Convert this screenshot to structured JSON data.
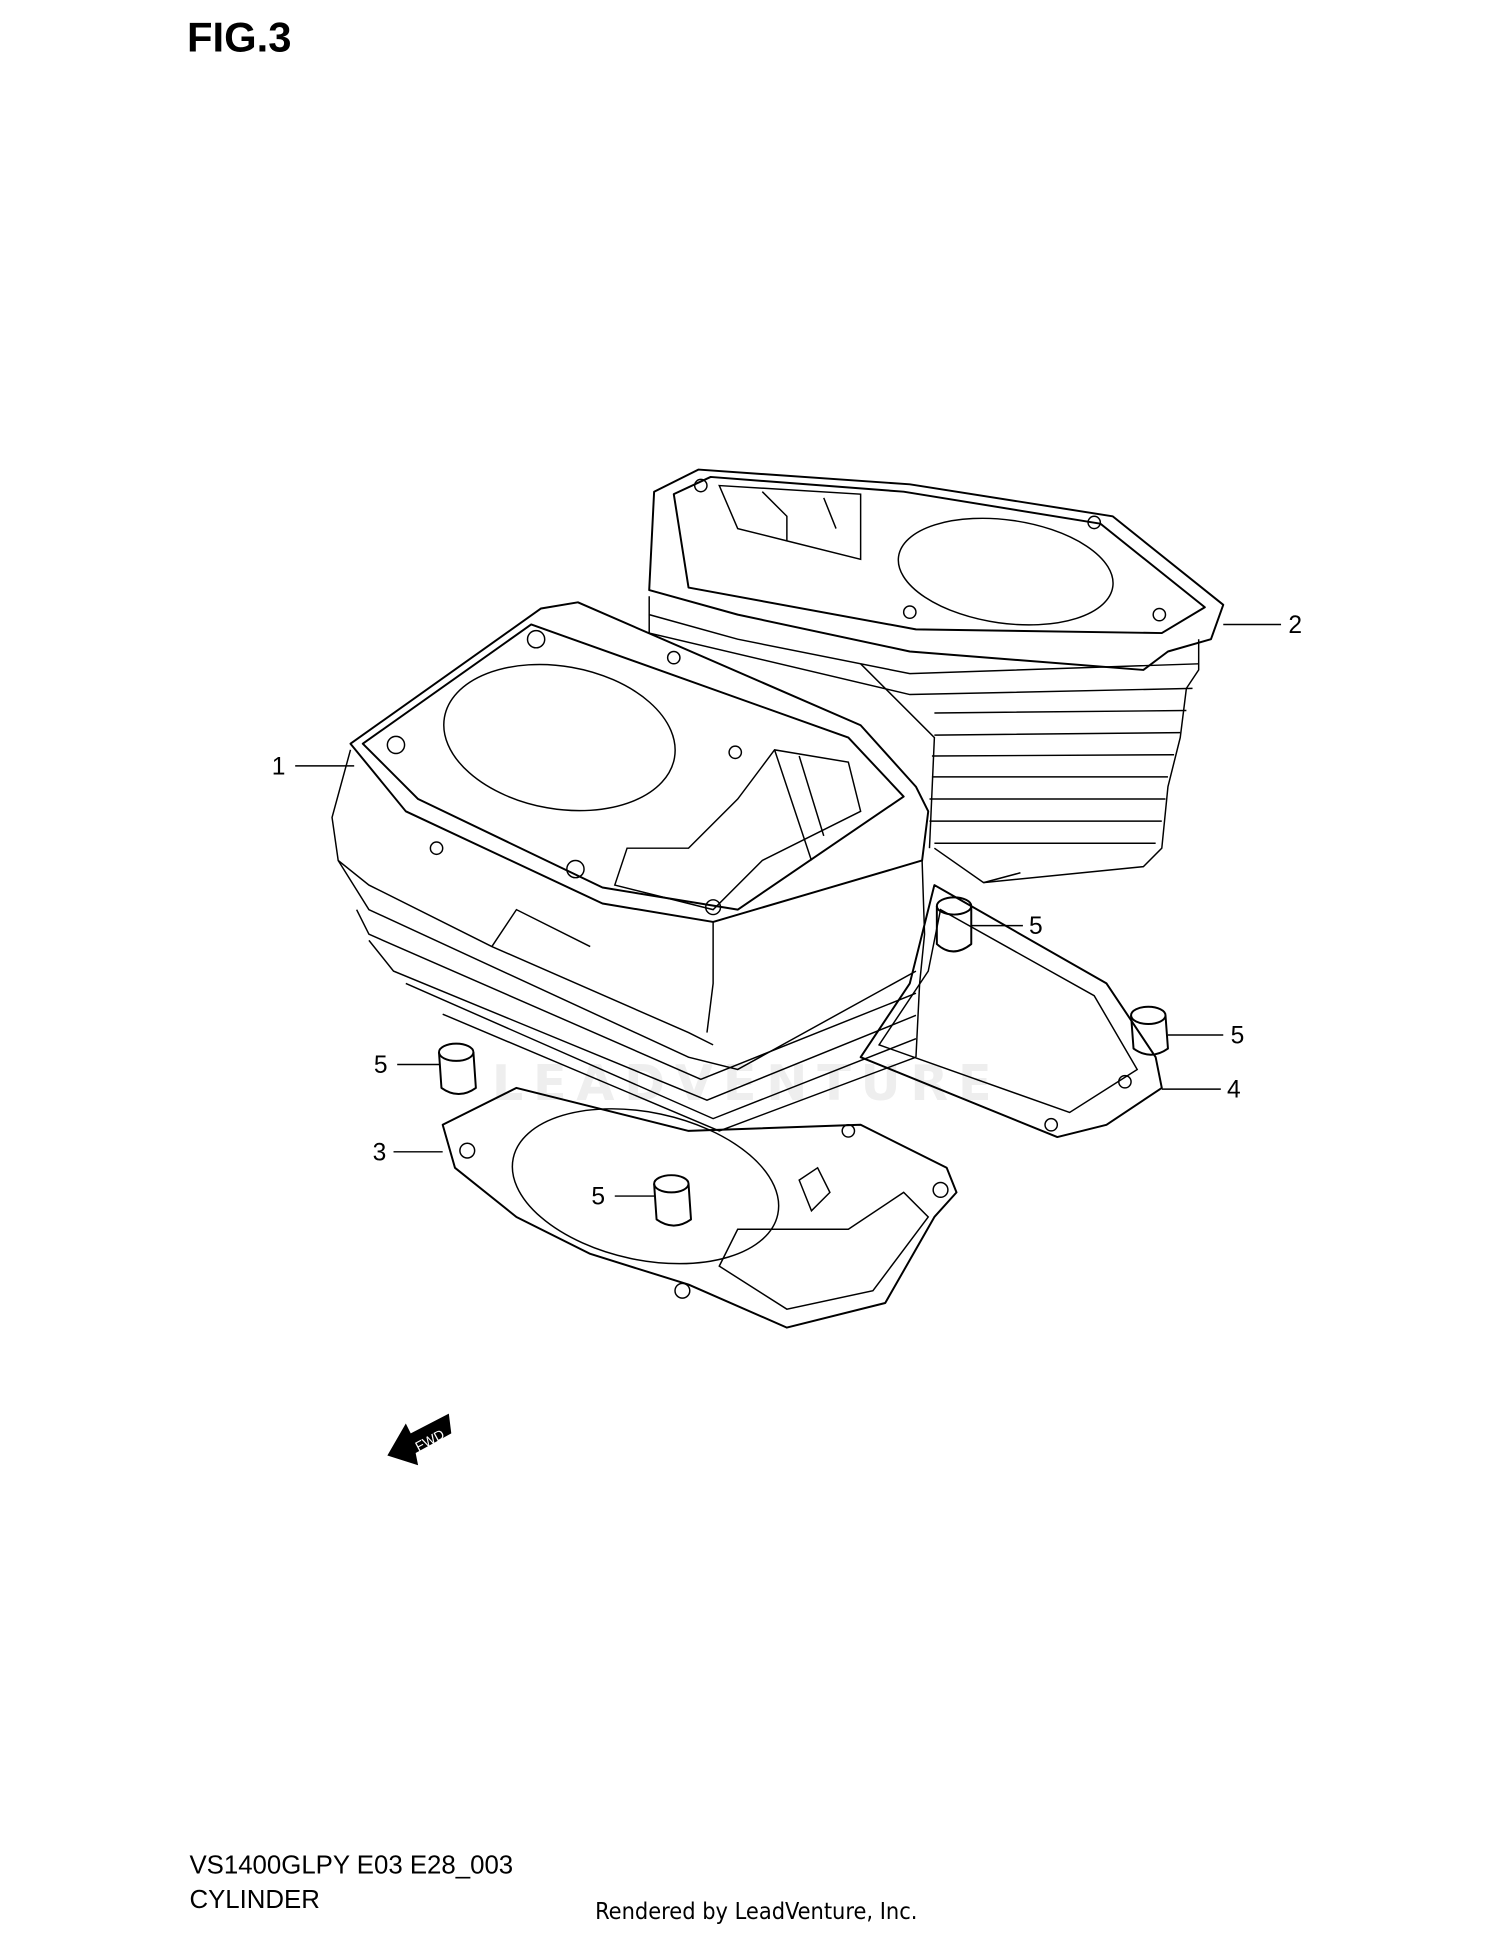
{
  "figure": {
    "title": "FIG.3"
  },
  "callouts": [
    {
      "label": "1",
      "part": "cylinder-front"
    },
    {
      "label": "2",
      "part": "cylinder-rear"
    },
    {
      "label": "3",
      "part": "gasket-front"
    },
    {
      "label": "4",
      "part": "gasket-rear"
    },
    {
      "label": "5",
      "part": "dowel-pin"
    },
    {
      "label": "5",
      "part": "dowel-pin"
    },
    {
      "label": "5",
      "part": "dowel-pin"
    },
    {
      "label": "5",
      "part": "dowel-pin"
    }
  ],
  "direction_marker": {
    "text": "FWD"
  },
  "watermark": "LEADVENTURE",
  "footer": {
    "model_code": "VS1400GLPY E03 E28_003",
    "section_name": "CYLINDER",
    "rendered_by": "Rendered by LeadVenture, Inc."
  }
}
